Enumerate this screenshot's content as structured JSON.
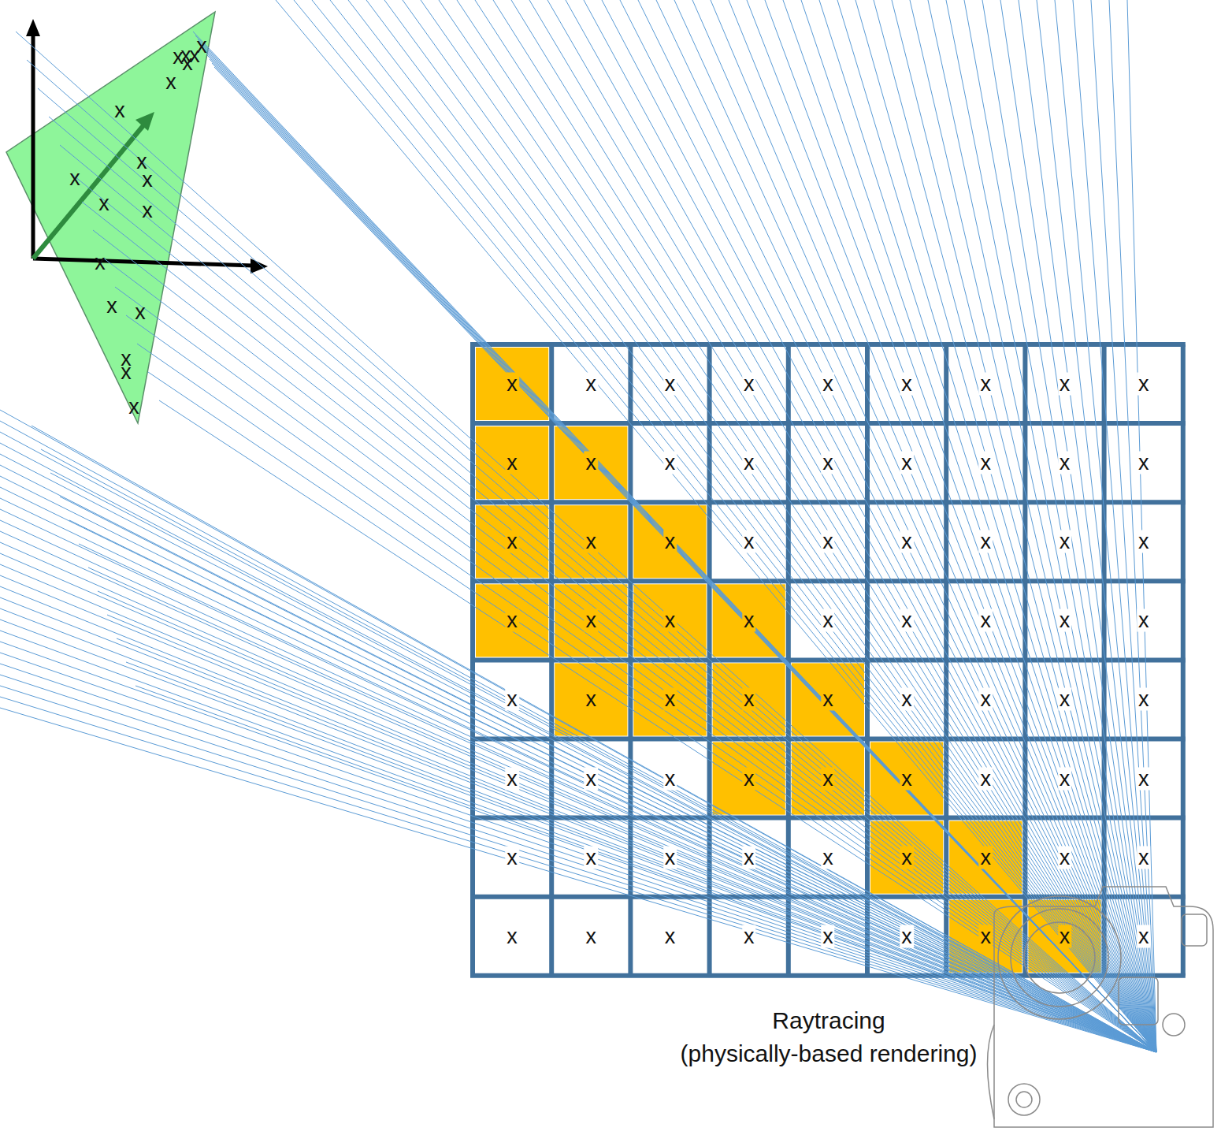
{
  "diagram": {
    "labels": [
      "x",
      "x",
      "x",
      "x",
      "x",
      "x",
      "x",
      "x",
      "x",
      "x",
      "x",
      "x",
      "x",
      "x",
      "x",
      "x",
      "x",
      "x",
      "x",
      "x",
      "x",
      "x",
      "x",
      "x",
      "x",
      "x",
      "x",
      "x",
      "x",
      "x",
      "x",
      "x",
      "x",
      "x",
      "x",
      "x",
      "x",
      "x",
      "x",
      "x",
      "x",
      "x",
      "x",
      "x",
      "x",
      "x",
      "x",
      "x",
      "x",
      "x",
      "x",
      "x",
      "x",
      "x",
      "x",
      "x",
      "x",
      "x",
      "x",
      "x",
      "x",
      "x",
      "x",
      "x",
      "x",
      "x",
      "x",
      "x",
      "x",
      "x",
      "x",
      "x",
      "x",
      "x",
      "x",
      "x",
      "x",
      "x",
      "x",
      "x",
      "x",
      "x",
      "x",
      "x",
      "x",
      "x",
      "x",
      "x",
      "x",
      "x",
      "Raytracing",
      "(physically-based rendering)"
    ]
  }
}
